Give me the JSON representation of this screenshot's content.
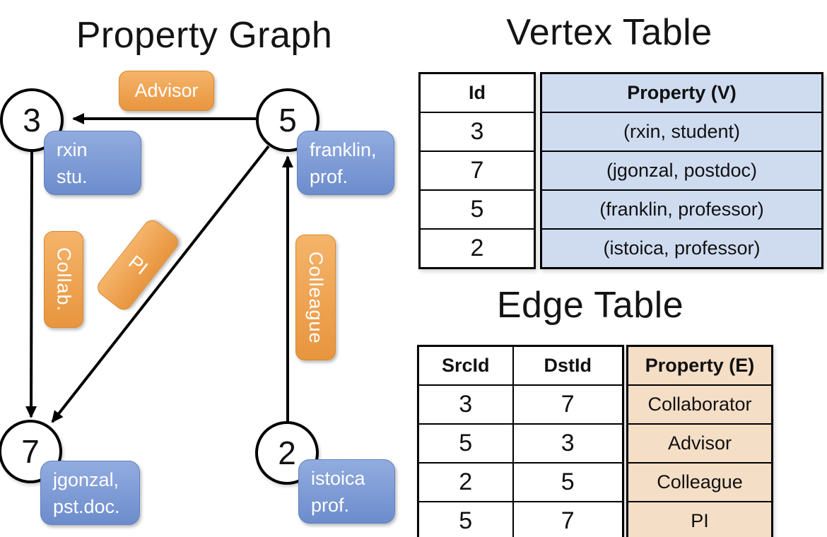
{
  "titles": {
    "graph": "Property Graph",
    "vertex_table": "Vertex Table",
    "edge_table": "Edge Table"
  },
  "graph": {
    "nodes": [
      {
        "id": "3"
      },
      {
        "id": "5"
      },
      {
        "id": "7"
      },
      {
        "id": "2"
      }
    ],
    "vertex_labels": [
      {
        "line1": "rxin",
        "line2": "stu."
      },
      {
        "line1": "franklin,",
        "line2": "prof."
      },
      {
        "line1": "jgonzal,",
        "line2": "pst.doc."
      },
      {
        "line1": "istoica",
        "line2": "prof."
      }
    ],
    "edges": [
      {
        "src": "5",
        "dst": "3",
        "label": "Advisor"
      },
      {
        "src": "3",
        "dst": "7",
        "label": "Collab."
      },
      {
        "src": "5",
        "dst": "7",
        "label": "PI"
      },
      {
        "src": "2",
        "dst": "5",
        "label": "Colleague"
      }
    ]
  },
  "vertex_table": {
    "id_header": "Id",
    "property_header": "Property (V)",
    "rows": [
      {
        "id": "3",
        "property": "(rxin, student)"
      },
      {
        "id": "7",
        "property": "(jgonzal, postdoc)"
      },
      {
        "id": "5",
        "property": "(franklin, professor)"
      },
      {
        "id": "2",
        "property": "(istoica, professor)"
      }
    ]
  },
  "edge_table": {
    "src_header": "SrcId",
    "dst_header": "DstId",
    "property_header": "Property (E)",
    "rows": [
      {
        "src": "3",
        "dst": "7",
        "property": "Collaborator"
      },
      {
        "src": "5",
        "dst": "3",
        "property": "Advisor"
      },
      {
        "src": "2",
        "dst": "5",
        "property": "Colleague"
      },
      {
        "src": "5",
        "dst": "7",
        "property": "PI"
      }
    ]
  },
  "colors": {
    "orange_top": "#F5B46A",
    "orange_bottom": "#E8953E",
    "orange_border": "#D9882F",
    "blue_top": "#92ACDF",
    "blue_bottom": "#6C8CCC",
    "blue_border": "#6080C2",
    "vertex_cell_bg": "#CFDCF0",
    "edge_cell_bg": "#F5DEC6",
    "stroke": "#000000"
  }
}
